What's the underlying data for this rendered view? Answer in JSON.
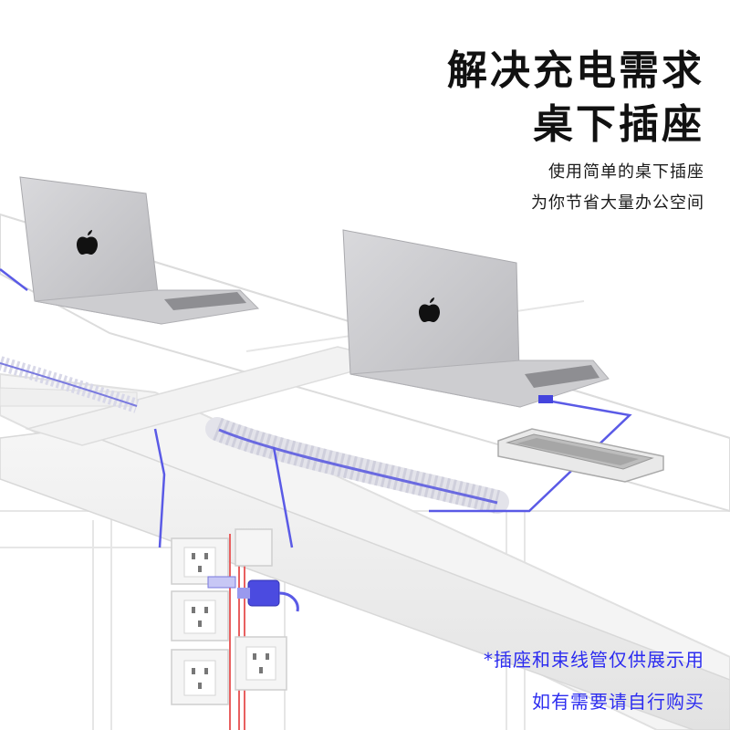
{
  "headline": {
    "line1": "解决充电需求",
    "line2": "桌下插座"
  },
  "subtitle": {
    "line1": "使用简单的桌下插座",
    "line2": "为你节省大量办公空间"
  },
  "disclaimer": {
    "line1": "*插座和束线管仅供展示用",
    "line2": "如有需要请自行购买",
    "color": "#2c2cf0"
  },
  "colors": {
    "desk_frame": "#ececec",
    "laptop_body": "#d3d3d6",
    "cable": "#5a5ae6",
    "power_cord": "#e85a5a"
  },
  "icons": [
    "apple-logo-icon",
    "apple-logo-icon",
    "power-socket-icon",
    "usb-plug-icon",
    "cable-sleeve-icon",
    "desk-grommet-icon"
  ]
}
